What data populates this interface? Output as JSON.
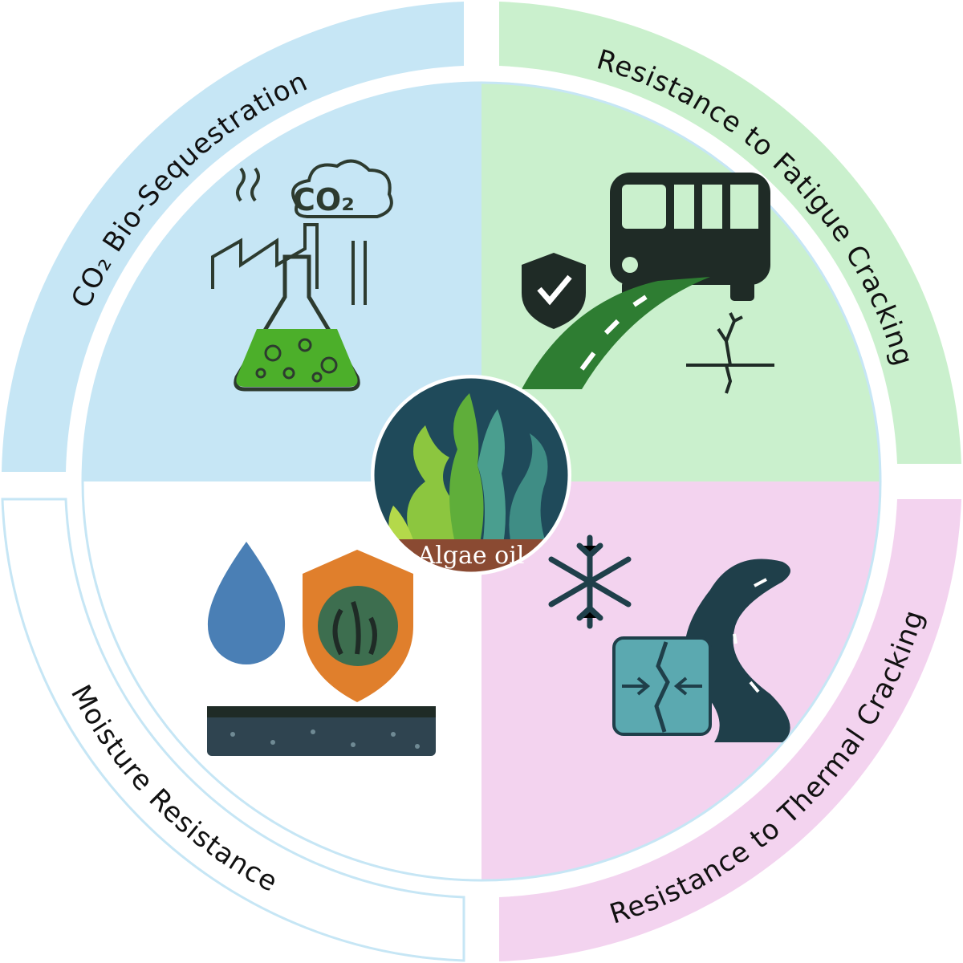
{
  "title": "Algae oil benefits diagram",
  "center": {
    "label": "Algae oil"
  },
  "segments": [
    {
      "id": "top-left",
      "label": "CO₂ Bio-Sequestration",
      "color": "#c6e6f5",
      "icon": "factory-flask-icon",
      "icon_text": "CO₂"
    },
    {
      "id": "top-right",
      "label": "Resistance to Fatigue Cracking",
      "color": "#caf0cd",
      "icon": "bus-road-shield-icon"
    },
    {
      "id": "bottom-right",
      "label": "Resistance to Thermal Cracking",
      "color": "#f3d3ef",
      "icon": "snowflake-road-crack-icon"
    },
    {
      "id": "bottom-left",
      "label": "Moisture Resistance",
      "color": "#ffffff",
      "icon": "droplet-shield-icon"
    }
  ],
  "colors": {
    "outline": "#c6e6f5",
    "dark": "#1f3f4a",
    "green": "#2e7d32"
  }
}
